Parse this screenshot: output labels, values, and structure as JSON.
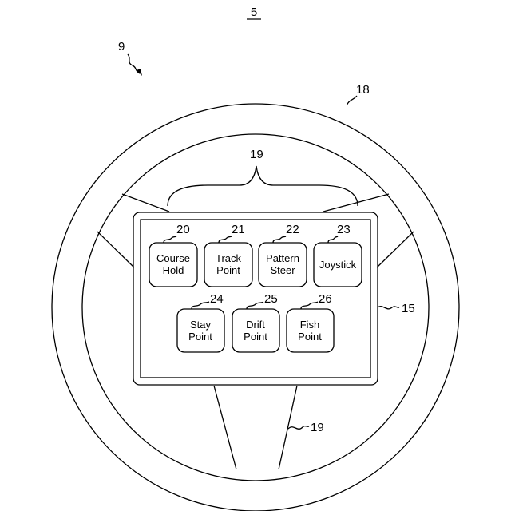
{
  "figure": {
    "number": "5",
    "ref_device": "9",
    "ref_wheel": "18",
    "ref_selector_top": "19",
    "ref_selector_bottom": "19",
    "ref_display": "15"
  },
  "buttons_row1": [
    {
      "ref": "20",
      "line1": "Course",
      "line2": "Hold"
    },
    {
      "ref": "21",
      "line1": "Track",
      "line2": "Point"
    },
    {
      "ref": "22",
      "line1": "Pattern",
      "line2": "Steer"
    },
    {
      "ref": "23",
      "line1": "Joystick",
      "line2": ""
    }
  ],
  "buttons_row2": [
    {
      "ref": "24",
      "line1": "Stay",
      "line2": "Point"
    },
    {
      "ref": "25",
      "line1": "Drift",
      "line2": "Point"
    },
    {
      "ref": "26",
      "line1": "Fish",
      "line2": "Point"
    }
  ]
}
